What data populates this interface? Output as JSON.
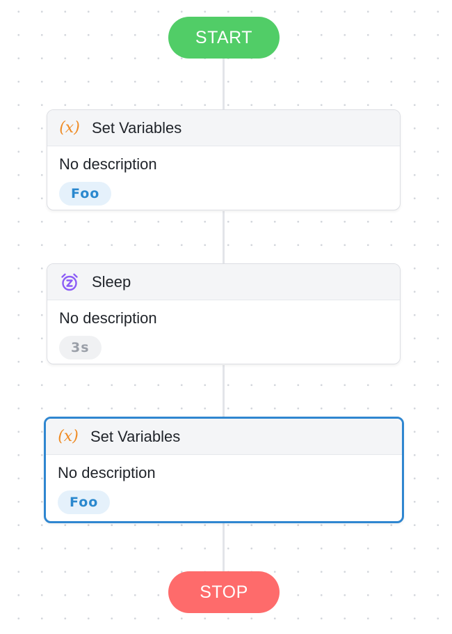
{
  "flow": {
    "start_label": "START",
    "stop_label": "STOP",
    "nodes": [
      {
        "title": "Set Variables",
        "description": "No description",
        "tag": "Foo",
        "icon": "variable-icon",
        "selected": false
      },
      {
        "title": "Sleep",
        "description": "No description",
        "tag": "3s",
        "icon": "alarm-clock-icon",
        "selected": false
      },
      {
        "title": "Set Variables",
        "description": "No description",
        "tag": "Foo",
        "icon": "variable-icon",
        "selected": true
      }
    ]
  },
  "icons": {
    "variable_glyph": "(x)"
  },
  "colors": {
    "start": "#51cd67",
    "stop": "#fe6b6b",
    "selected_border": "#2f86d0",
    "variable_icon": "#ef8b24",
    "sleep_icon": "#8b5cf6",
    "tag_blue_text": "#2a88ce",
    "tag_gray_text": "#9a9fa8"
  }
}
